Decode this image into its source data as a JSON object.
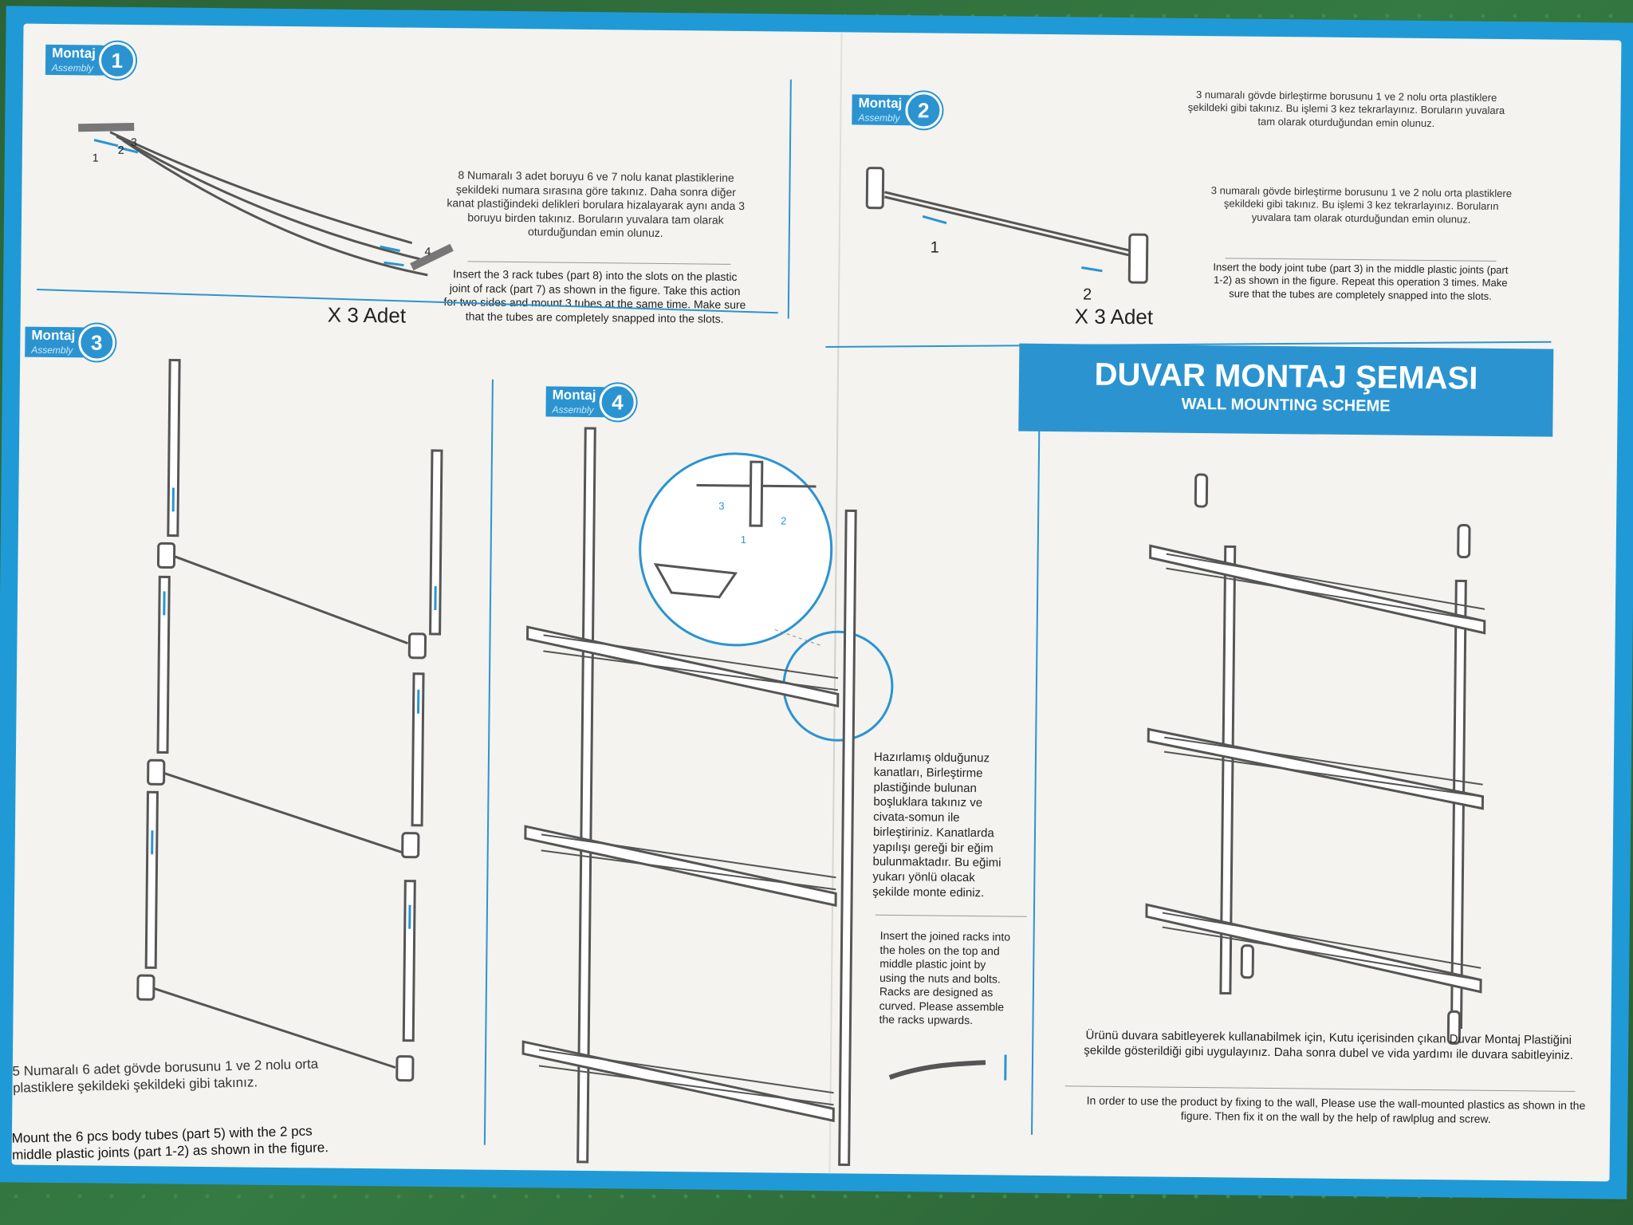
{
  "step1": {
    "badge_label": "Montaj",
    "badge_sub": "Assembly",
    "number": "1",
    "part_labels": [
      "1",
      "2",
      "3",
      "4"
    ],
    "tr": "8 Numaralı 3 adet boruyu 6 ve 7 nolu kanat plastiklerine şekildeki numara sırasına göre takınız. Daha sonra diğer kanat plastiğindeki delikleri borulara hizalayarak aynı anda 3 boruyu birden takınız. Boruların yuvalara tam olarak oturduğundan emin olunuz.",
    "en": "Insert the 3 rack tubes (part 8) into the slots on the plastic joint of rack (part 7) as shown in the figure. Take this action for two sides and mount 3 tubes at the same time. Make sure that the tubes are completely snapped into the slots.",
    "qty": "X 3 Adet"
  },
  "step2": {
    "badge_label": "Montaj",
    "badge_sub": "Assembly",
    "number": "2",
    "part_labels": [
      "1",
      "2"
    ],
    "tr_top": "3 numaralı gövde birleştirme borusunu 1 ve 2 nolu orta plastiklere şekildeki gibi takınız. Bu işlemi 3 kez tekrarlayınız. Boruların yuvalara tam olarak oturduğundan emin olunuz.",
    "tr": "3 numaralı gövde birleştirme borusunu 1 ve 2 nolu orta plastiklere şekildeki gibi takınız. Bu işlemi 3 kez tekrarlayınız. Boruların yuvalara tam olarak oturduğundan emin olunuz.",
    "en": "Insert the body joint tube (part 3) in the middle plastic joints (part 1-2) as shown in the figure. Repeat this operation 3 times. Make sure that the tubes are completely snapped into the slots.",
    "qty": "X 3 Adet"
  },
  "step3": {
    "badge_label": "Montaj",
    "badge_sub": "Assembly",
    "number": "3",
    "tr": "5 Numaralı 6 adet gövde borusunu 1 ve 2 nolu orta plastiklere şekildeki şekildeki gibi takınız.",
    "en": "Mount the 6 pcs body tubes (part 5) with the 2 pcs middle plastic joints (part 1-2) as shown in the figure."
  },
  "step4": {
    "badge_label": "Montaj",
    "badge_sub": "Assembly",
    "number": "4",
    "detail_labels": [
      "3",
      "2",
      "1"
    ],
    "tr": "Hazırlamış olduğunuz kanatları, Birleştirme plastiğinde bulunan boşluklara takınız ve civata-somun ile birleştiriniz. Kanatlarda yapılışı gereği bir eğim bulunmaktadır. Bu eğimi yukarı yönlü olacak şekilde monte ediniz.",
    "en": "Insert the joined racks into the holes on the top and middle plastic joint by using the nuts and bolts. Racks are designed as curved. Please assemble the racks upwards."
  },
  "wall": {
    "title": "DUVAR MONTAJ ŞEMASI",
    "subtitle": "WALL MOUNTING SCHEME",
    "tr": "Ürünü duvara sabitleyerek kullanabilmek için, Kutu içerisinden çıkan Duvar Montaj Plastiğini şekilde gösterildiği gibi uygulayınız. Daha sonra dubel ve vida yardımı ile duvara sabitleyiniz.",
    "en": "In order to use the product by fixing to the wall, Please use the wall-mounted plastics as shown in the figure. Then fix it on the wall by the help of rawlplug and screw."
  },
  "colors": {
    "accent": "#2b94d0",
    "paper": "#f4f3ef",
    "ink": "#333333"
  }
}
